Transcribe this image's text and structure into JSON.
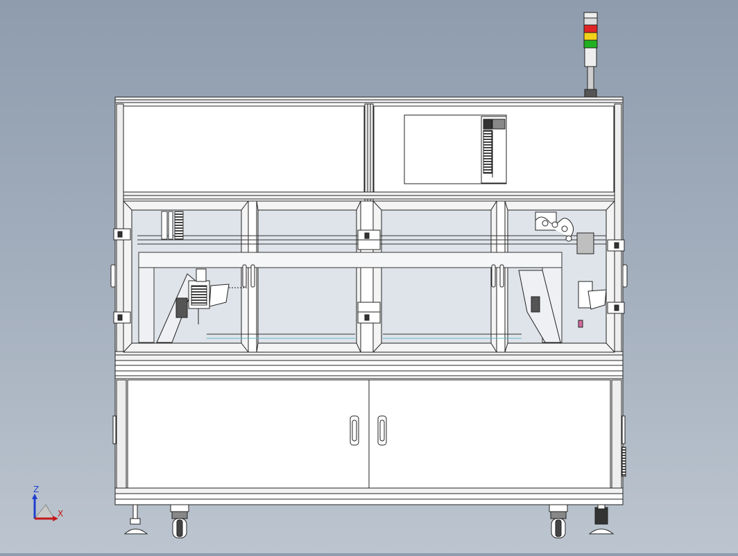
{
  "scene": {
    "view": "front",
    "background_top": "#8e9cad",
    "background_bottom": "#bcc5cf",
    "model_fill": "#ffffff",
    "line_color": "#222222",
    "glass_tint": "#dfe4ea"
  },
  "signal_tower": {
    "icon": "stack-light-icon",
    "lights": [
      {
        "name": "red",
        "color": "#e02424"
      },
      {
        "name": "yellow",
        "color": "#f2d219"
      },
      {
        "name": "green",
        "color": "#21b020"
      }
    ]
  },
  "triad": {
    "z_label": "Z",
    "x_label": "X",
    "z_color": "#1f3fd0",
    "x_color": "#c41818"
  }
}
